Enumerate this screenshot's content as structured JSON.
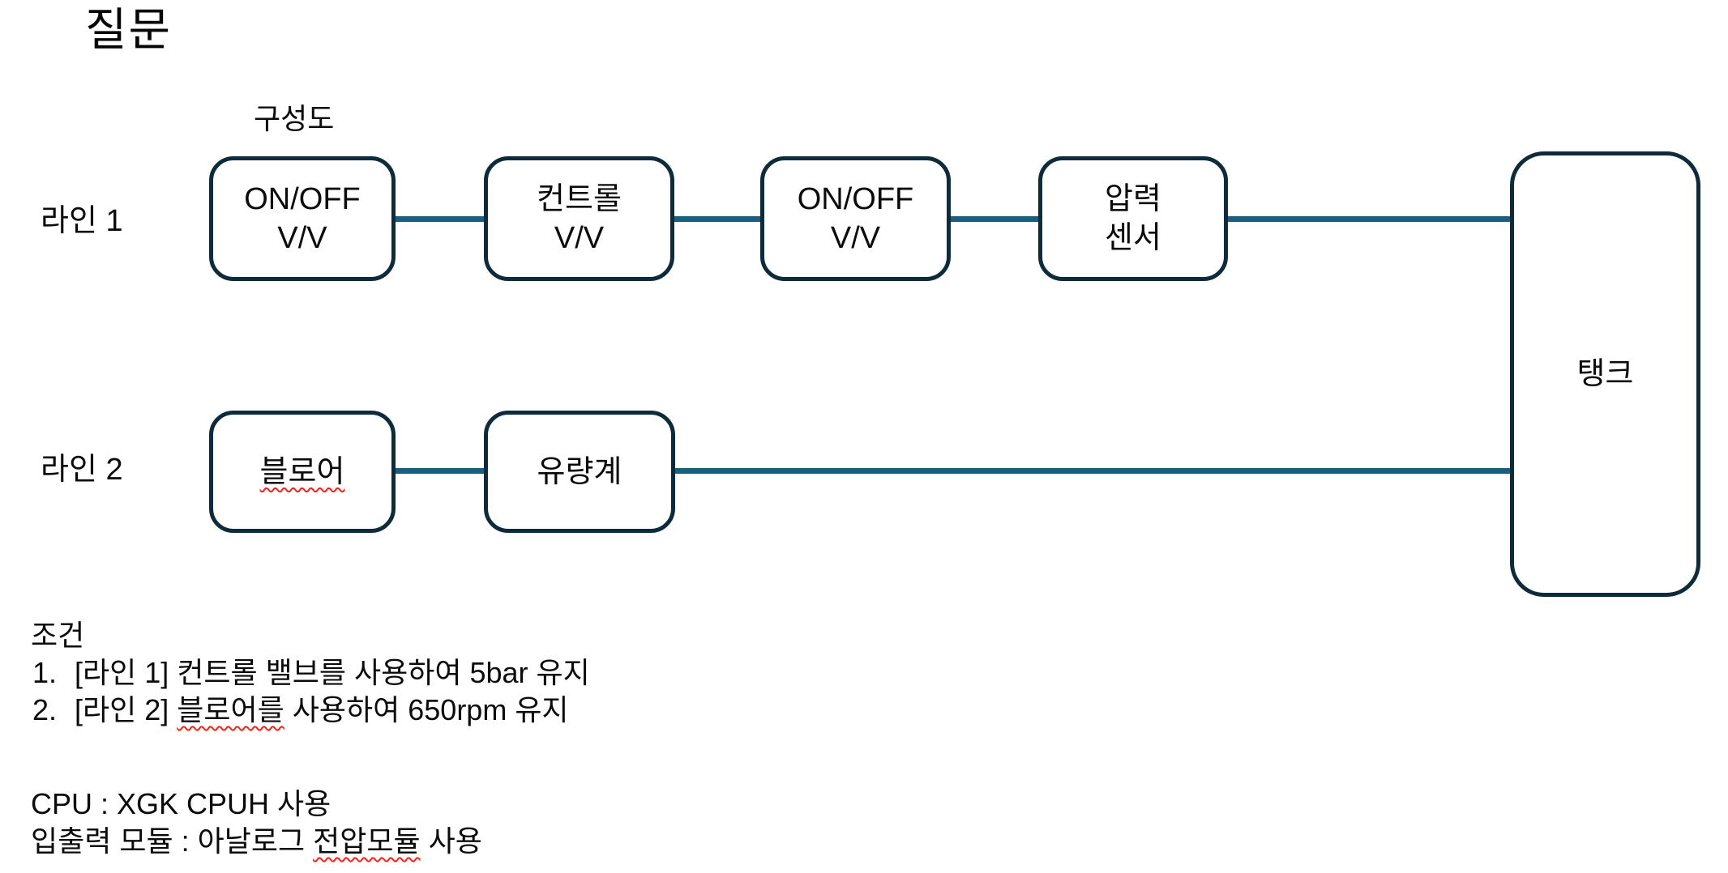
{
  "title": "질문",
  "colors": {
    "box_border": "#0d2b3a",
    "connector": "#1b5e80",
    "squiggle": "#ff2015",
    "text": "#0b0b0b"
  },
  "diagram": {
    "label": "구성도",
    "line1_label": "라인 1",
    "line2_label": "라인 2",
    "line1_boxes": [
      {
        "label": "ON/OFF\nV/V"
      },
      {
        "label": "컨트롤\nV/V"
      },
      {
        "label": "ON/OFF\nV/V"
      },
      {
        "label": "압력\n센서"
      }
    ],
    "line2_boxes": [
      {
        "label": "블로어"
      },
      {
        "label": "유량계"
      }
    ],
    "tank_label": "탱크"
  },
  "conditions": {
    "heading": "조건",
    "items": [
      {
        "num": "1.",
        "pre": "[라인 1] 컨트롤 밸브를 사용하여 5bar 유지",
        "misspelled": "",
        "post": ""
      },
      {
        "num": "2.",
        "pre": "[라인 2] ",
        "misspelled": "블로어를",
        "post": " 사용하여 650rpm 유지"
      }
    ]
  },
  "notes": {
    "cpu": "CPU : XGK CPUH 사용",
    "io_pre": "입출력 모듈 : 아날로그 ",
    "io_misspelled": "전압모듈",
    "io_post": " 사용"
  }
}
